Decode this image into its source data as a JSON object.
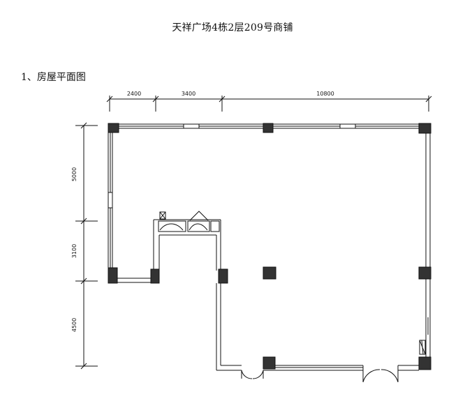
{
  "title": "天祥广场4栋2层209号商铺",
  "section_heading": "1、房屋平面图",
  "dimensions": {
    "top": [
      "2400",
      "3400",
      "10800"
    ],
    "left": [
      "5000",
      "3100",
      "4500"
    ]
  },
  "colors": {
    "line": "#111111",
    "column": "#333333",
    "background": "#ffffff"
  }
}
